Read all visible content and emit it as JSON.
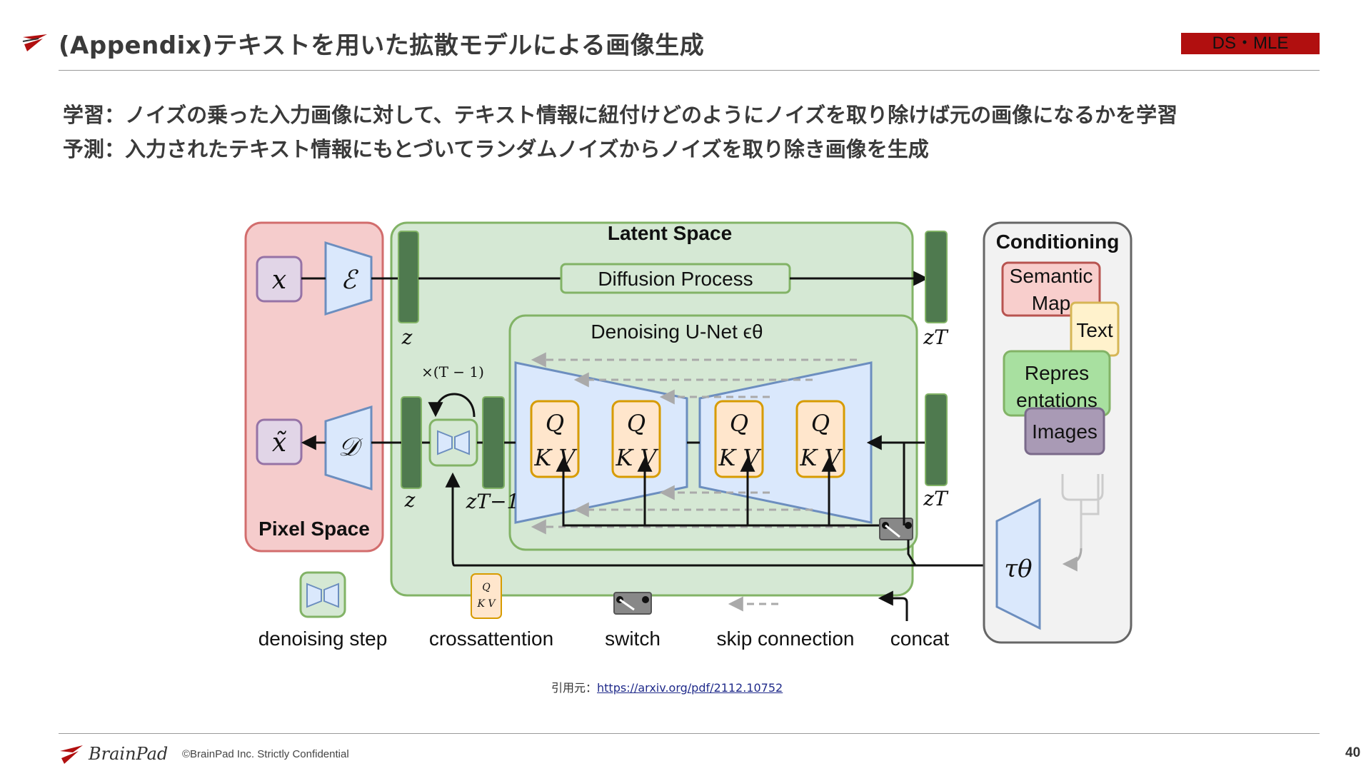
{
  "header": {
    "title": "(Appendix)テキストを用いた拡散モデルによる画像生成",
    "badge": "DS・MLE"
  },
  "body": {
    "line1": "学習：ノイズの乗った入力画像に対して、テキスト情報に紐付けどのようにノイズを取り除けば元の画像になるかを学習",
    "line2": "予測：入力されたテキスト情報にもとづいてランダムノイズからノイズを取り除き画像を生成"
  },
  "diagram": {
    "pixel_space": "Pixel Space",
    "latent_space": "Latent Space",
    "conditioning": "Conditioning",
    "diffusion_process": "Diffusion Process",
    "unet": "Denoising U-Net ϵθ",
    "x": "x",
    "x_tilde": "x̃",
    "encoder": "ℰ",
    "decoder": "𝒟",
    "z": "z",
    "z_t": "zT",
    "z_t1": "zT−1",
    "repeat": "×(T − 1)",
    "q": "Q",
    "kv": "K V",
    "tau": "τθ",
    "cond_items": [
      "Semantic Map",
      "Text",
      "Repres entations",
      "Images"
    ],
    "legend": [
      "denoising step",
      "crossattention",
      "switch",
      "skip connection",
      "concat"
    ]
  },
  "citation": {
    "prefix": "引用元：",
    "url": "https://arxiv.org/pdf/2112.10752"
  },
  "footer": {
    "logo_text": "BrainPad",
    "copyright": "©BrainPad Inc.  Strictly Confidential",
    "page": "40"
  },
  "colors": {
    "brand": "#b10f0f",
    "pixel_fill": "#f5cccc",
    "latent_fill": "#d5e8d4",
    "cond_fill": "#f2f2f2"
  }
}
